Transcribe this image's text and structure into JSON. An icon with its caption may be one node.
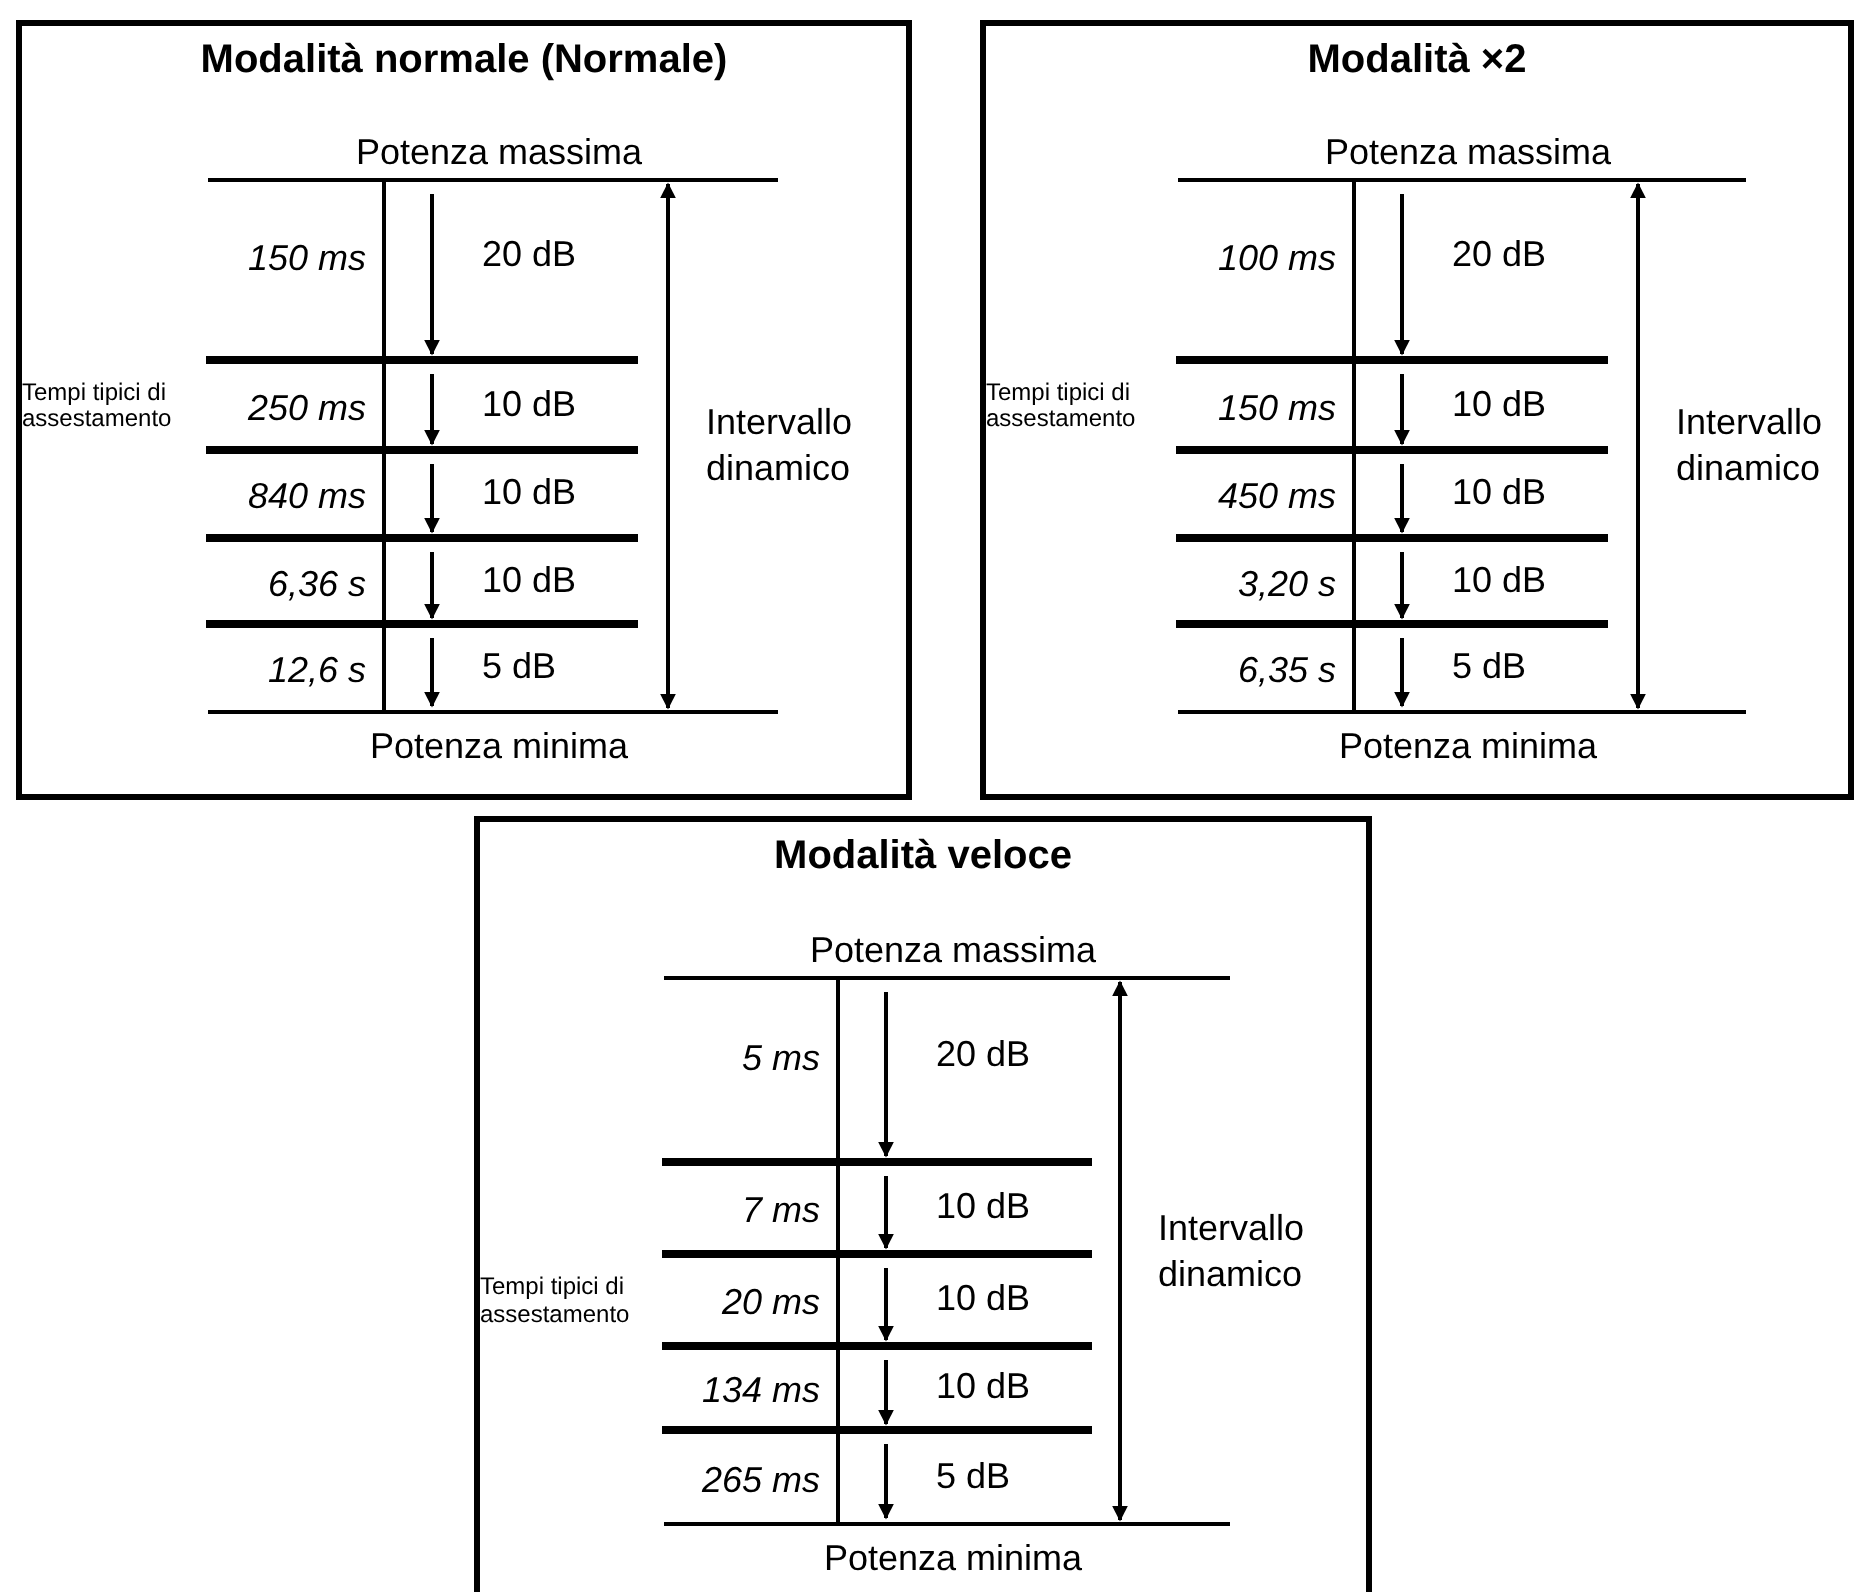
{
  "diagram": {
    "nodes": [
      {
        "text": [
          "Modalità normale (Normale)",
          "Potenza massima",
          "Tempi tipici di assestamento",
          "Intervallo dinamico",
          "Potenza minima",
          "150 ms",
          "20 dB",
          "250 ms",
          "10 dB",
          "840 ms",
          "10 dB",
          "6,36 s",
          "10 dB",
          "12,6 s",
          "5 dB"
        ]
      },
      {
        "text": [
          "Modalità ×2",
          "Potenza massima",
          "Tempi tipici di assestamento",
          "Intervallo dinamico",
          "Potenza minima",
          "100 ms",
          "20 dB",
          "150 ms",
          "10 dB",
          "450 ms",
          "10 dB",
          "3,20 s",
          "10 dB",
          "6,35 s",
          "5 dB"
        ]
      },
      {
        "text": [
          "Modalità veloce",
          "Potenza massima",
          "Tempi tipici di assestamento",
          "Intervallo dinamico",
          "Potenza minima",
          "5 ms",
          "20 dB",
          "7 ms",
          "10 dB",
          "20 ms",
          "10 dB",
          "134 ms",
          "10 dB",
          "265 ms",
          "5 dB"
        ]
      }
    ],
    "edges": []
  }
}
